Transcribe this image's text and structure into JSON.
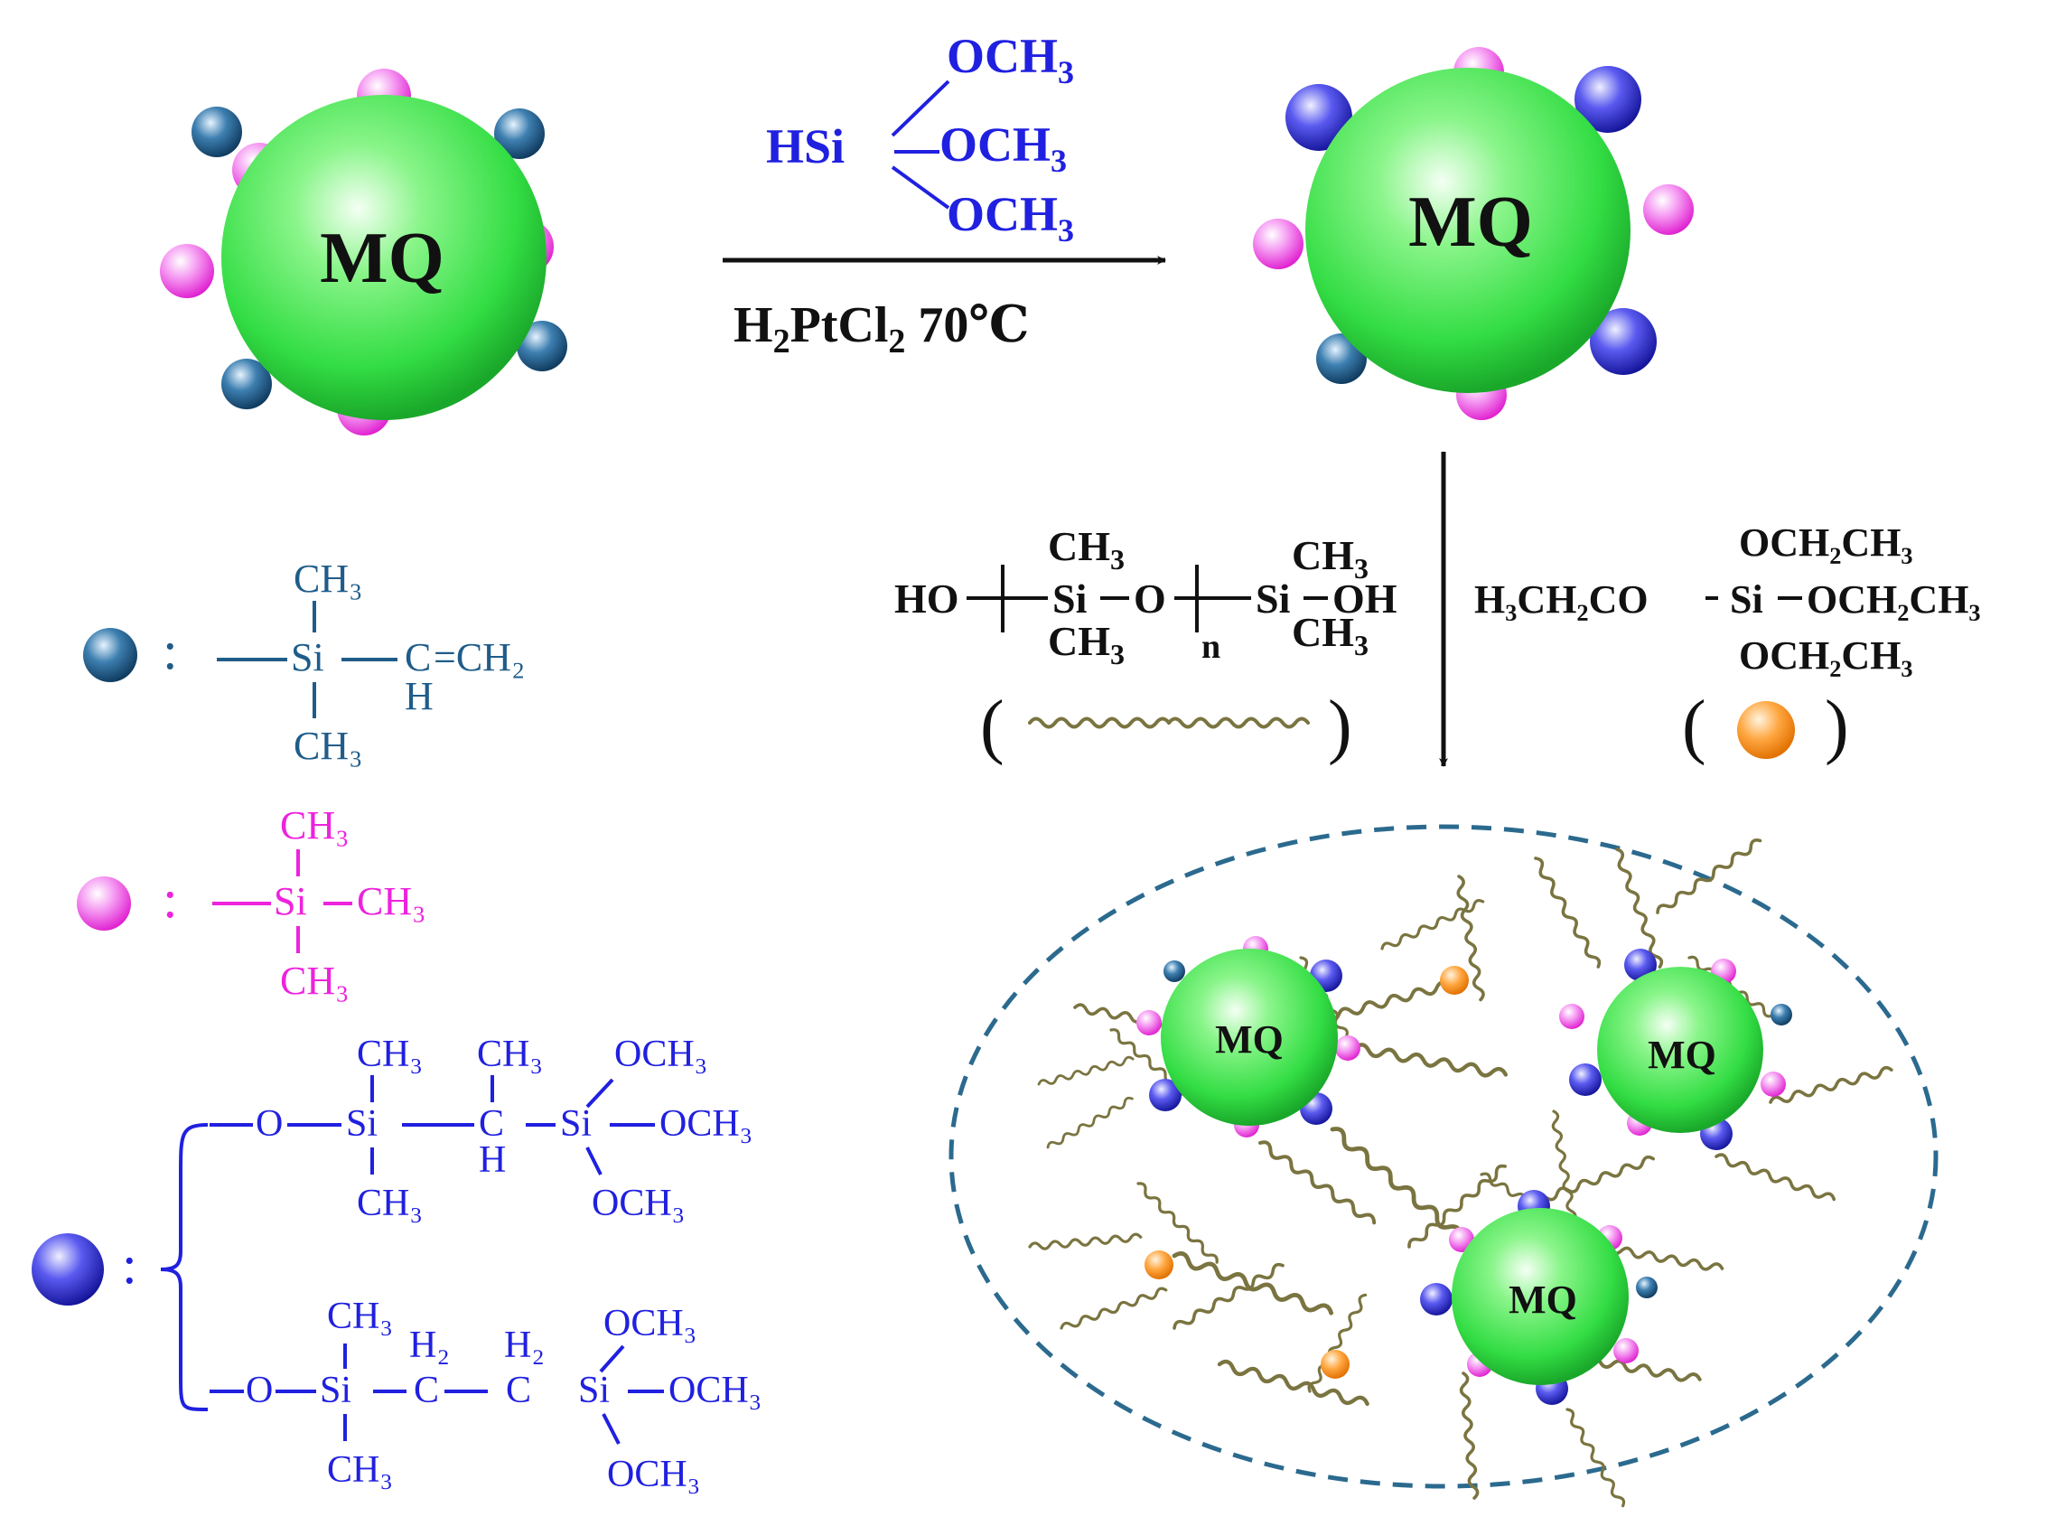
{
  "labels": {
    "mq": "MQ",
    "reagent": {
      "hsi": "HSi",
      "och3": "OCH",
      "sub3": "3"
    },
    "condition": {
      "h": "H",
      "sub2": "2",
      "ptcl": "PtCl",
      "temp": " 70℃"
    },
    "pdms": {
      "ho": "HO",
      "si": "Si",
      "o": "O",
      "ch": "CH",
      "sub3": "3",
      "n": "n",
      "oh": "OH"
    },
    "teos": {
      "left": "H₃CH₂CO",
      "si": "Si",
      "group": "OCH₂CH₃"
    },
    "legend": {
      "vinyl": {
        "si": "Si",
        "ch3": "CH₃",
        "c": "C",
        "h": "H",
        "ch2": "=CH₂"
      },
      "methyl": {
        "si": "Si",
        "ch3": "CH₃"
      },
      "methoxy": {
        "o": "O",
        "si": "Si",
        "c": "C",
        "h": "H",
        "h2": "H₂",
        "ch3": "CH₃",
        "och3": "OCH₃"
      },
      "colon": ":"
    },
    "paren_open": "(",
    "paren_close": ")"
  },
  "colors": {
    "core": "#33dd44",
    "vinyl_group": "#1f5c8a",
    "methyl_group": "#ee22dd",
    "methoxy_group": "#2020e0",
    "teos_group": "#ff8c1a",
    "pdms_chain": "#7a7440",
    "boundary": "#2b6a8e"
  }
}
